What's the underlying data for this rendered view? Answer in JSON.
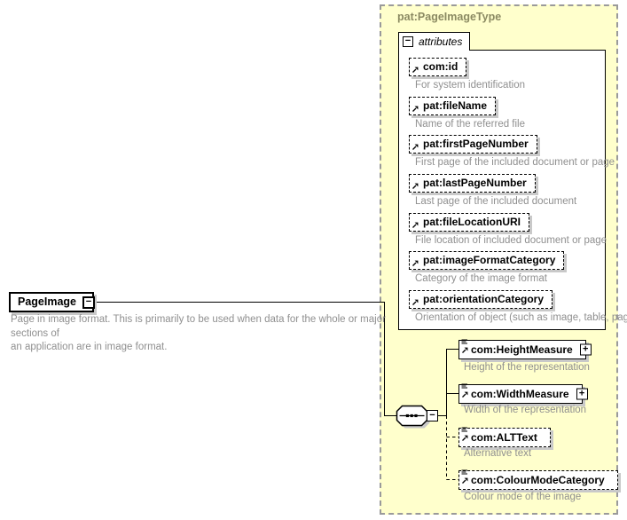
{
  "icons": {
    "expand": "+",
    "collapse": "−"
  },
  "root": {
    "name": "PageImage",
    "description_line1": "Page in image format. This is primarily to be used when data for the whole or major sections of",
    "description_line2": "an application are in image format."
  },
  "type_box": {
    "title": "pat:PageImageType",
    "attributes_label": "attributes",
    "attributes": [
      {
        "name": "com:id",
        "description": "For system identification"
      },
      {
        "name": "pat:fileName",
        "description": "Name of the referred file"
      },
      {
        "name": "pat:firstPageNumber",
        "description": "First page of the included document or page"
      },
      {
        "name": "pat:lastPageNumber",
        "description": "Last page of the included document"
      },
      {
        "name": "pat:fileLocationURI",
        "description": "File location of included document or page"
      },
      {
        "name": "pat:imageFormatCategory",
        "description": "Category of the image format"
      },
      {
        "name": "pat:orientationCategory",
        "description": "Orientation of object (such as image, table, page)"
      }
    ],
    "elements": [
      {
        "name": "com:HeightMeasure",
        "description": "Height of the representation"
      },
      {
        "name": "com:WidthMeasure",
        "description": "Width of the representation"
      },
      {
        "name": "com:ALTText",
        "description": "Alternative text"
      },
      {
        "name": "com:ColourModeCategory",
        "description": "Colour mode of the image"
      }
    ]
  },
  "colors": {
    "type_box_bg": "#ffffcc",
    "type_box_border": "#9a9a9a",
    "title_text": "#8b8a62",
    "description_text": "#8f8f8f",
    "box_shadow": "#c9c9c9",
    "box_border": "#000000"
  }
}
